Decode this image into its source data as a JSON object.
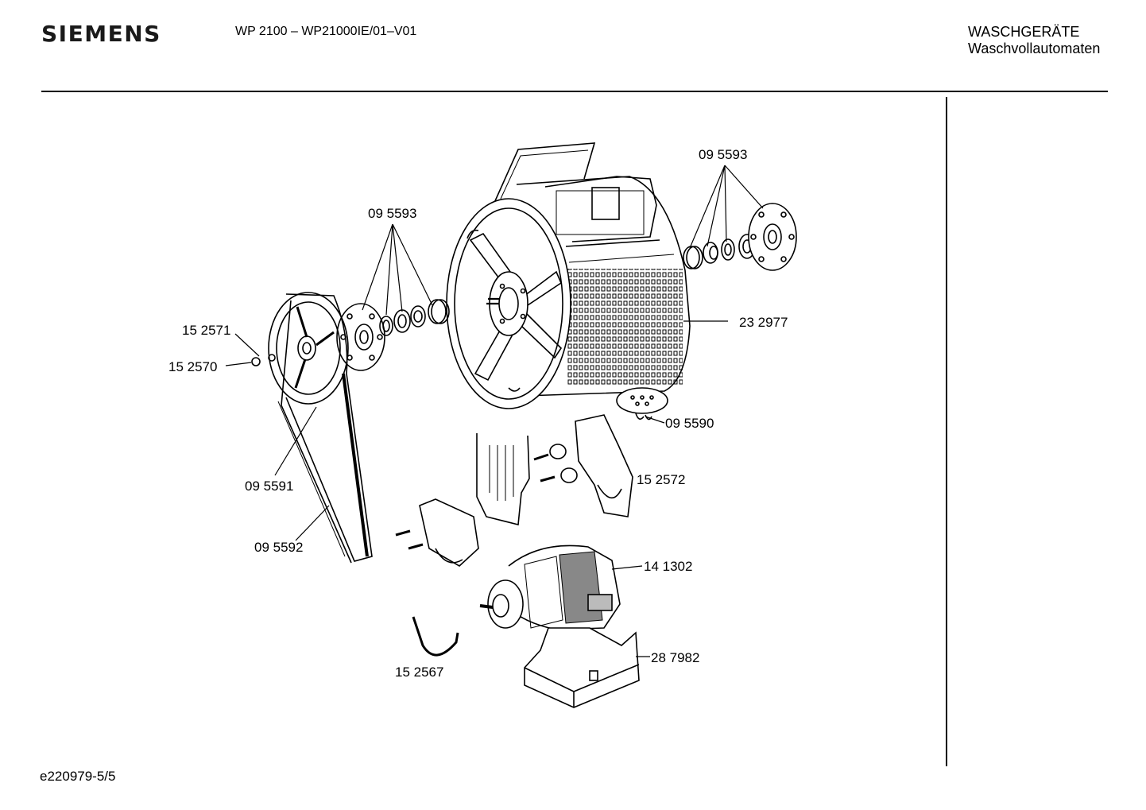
{
  "header": {
    "brand": "SIEMENS",
    "model": "WP 2100 – WP21000IE/01–V01",
    "category": "WASCHGERÄTE",
    "subcategory": "Waschvollautomaten"
  },
  "footer": {
    "doc_id": "e220979-5/5"
  },
  "parts": [
    {
      "id": "drum-bearing-right",
      "number": "09 5593"
    },
    {
      "id": "drum-bearing-left",
      "number": "09 5593"
    },
    {
      "id": "pulley-bolt",
      "number": "15 2571"
    },
    {
      "id": "pulley-washer",
      "number": "15 2570"
    },
    {
      "id": "drum",
      "number": "23 2977"
    },
    {
      "id": "drum-filter",
      "number": "09 5590"
    },
    {
      "id": "pulley",
      "number": "09 5591"
    },
    {
      "id": "bracket",
      "number": "15 2572"
    },
    {
      "id": "belt",
      "number": "09 5592"
    },
    {
      "id": "motor",
      "number": "14 1302"
    },
    {
      "id": "motor-cradle",
      "number": "28 7982"
    },
    {
      "id": "clamp",
      "number": "15 2567"
    }
  ]
}
